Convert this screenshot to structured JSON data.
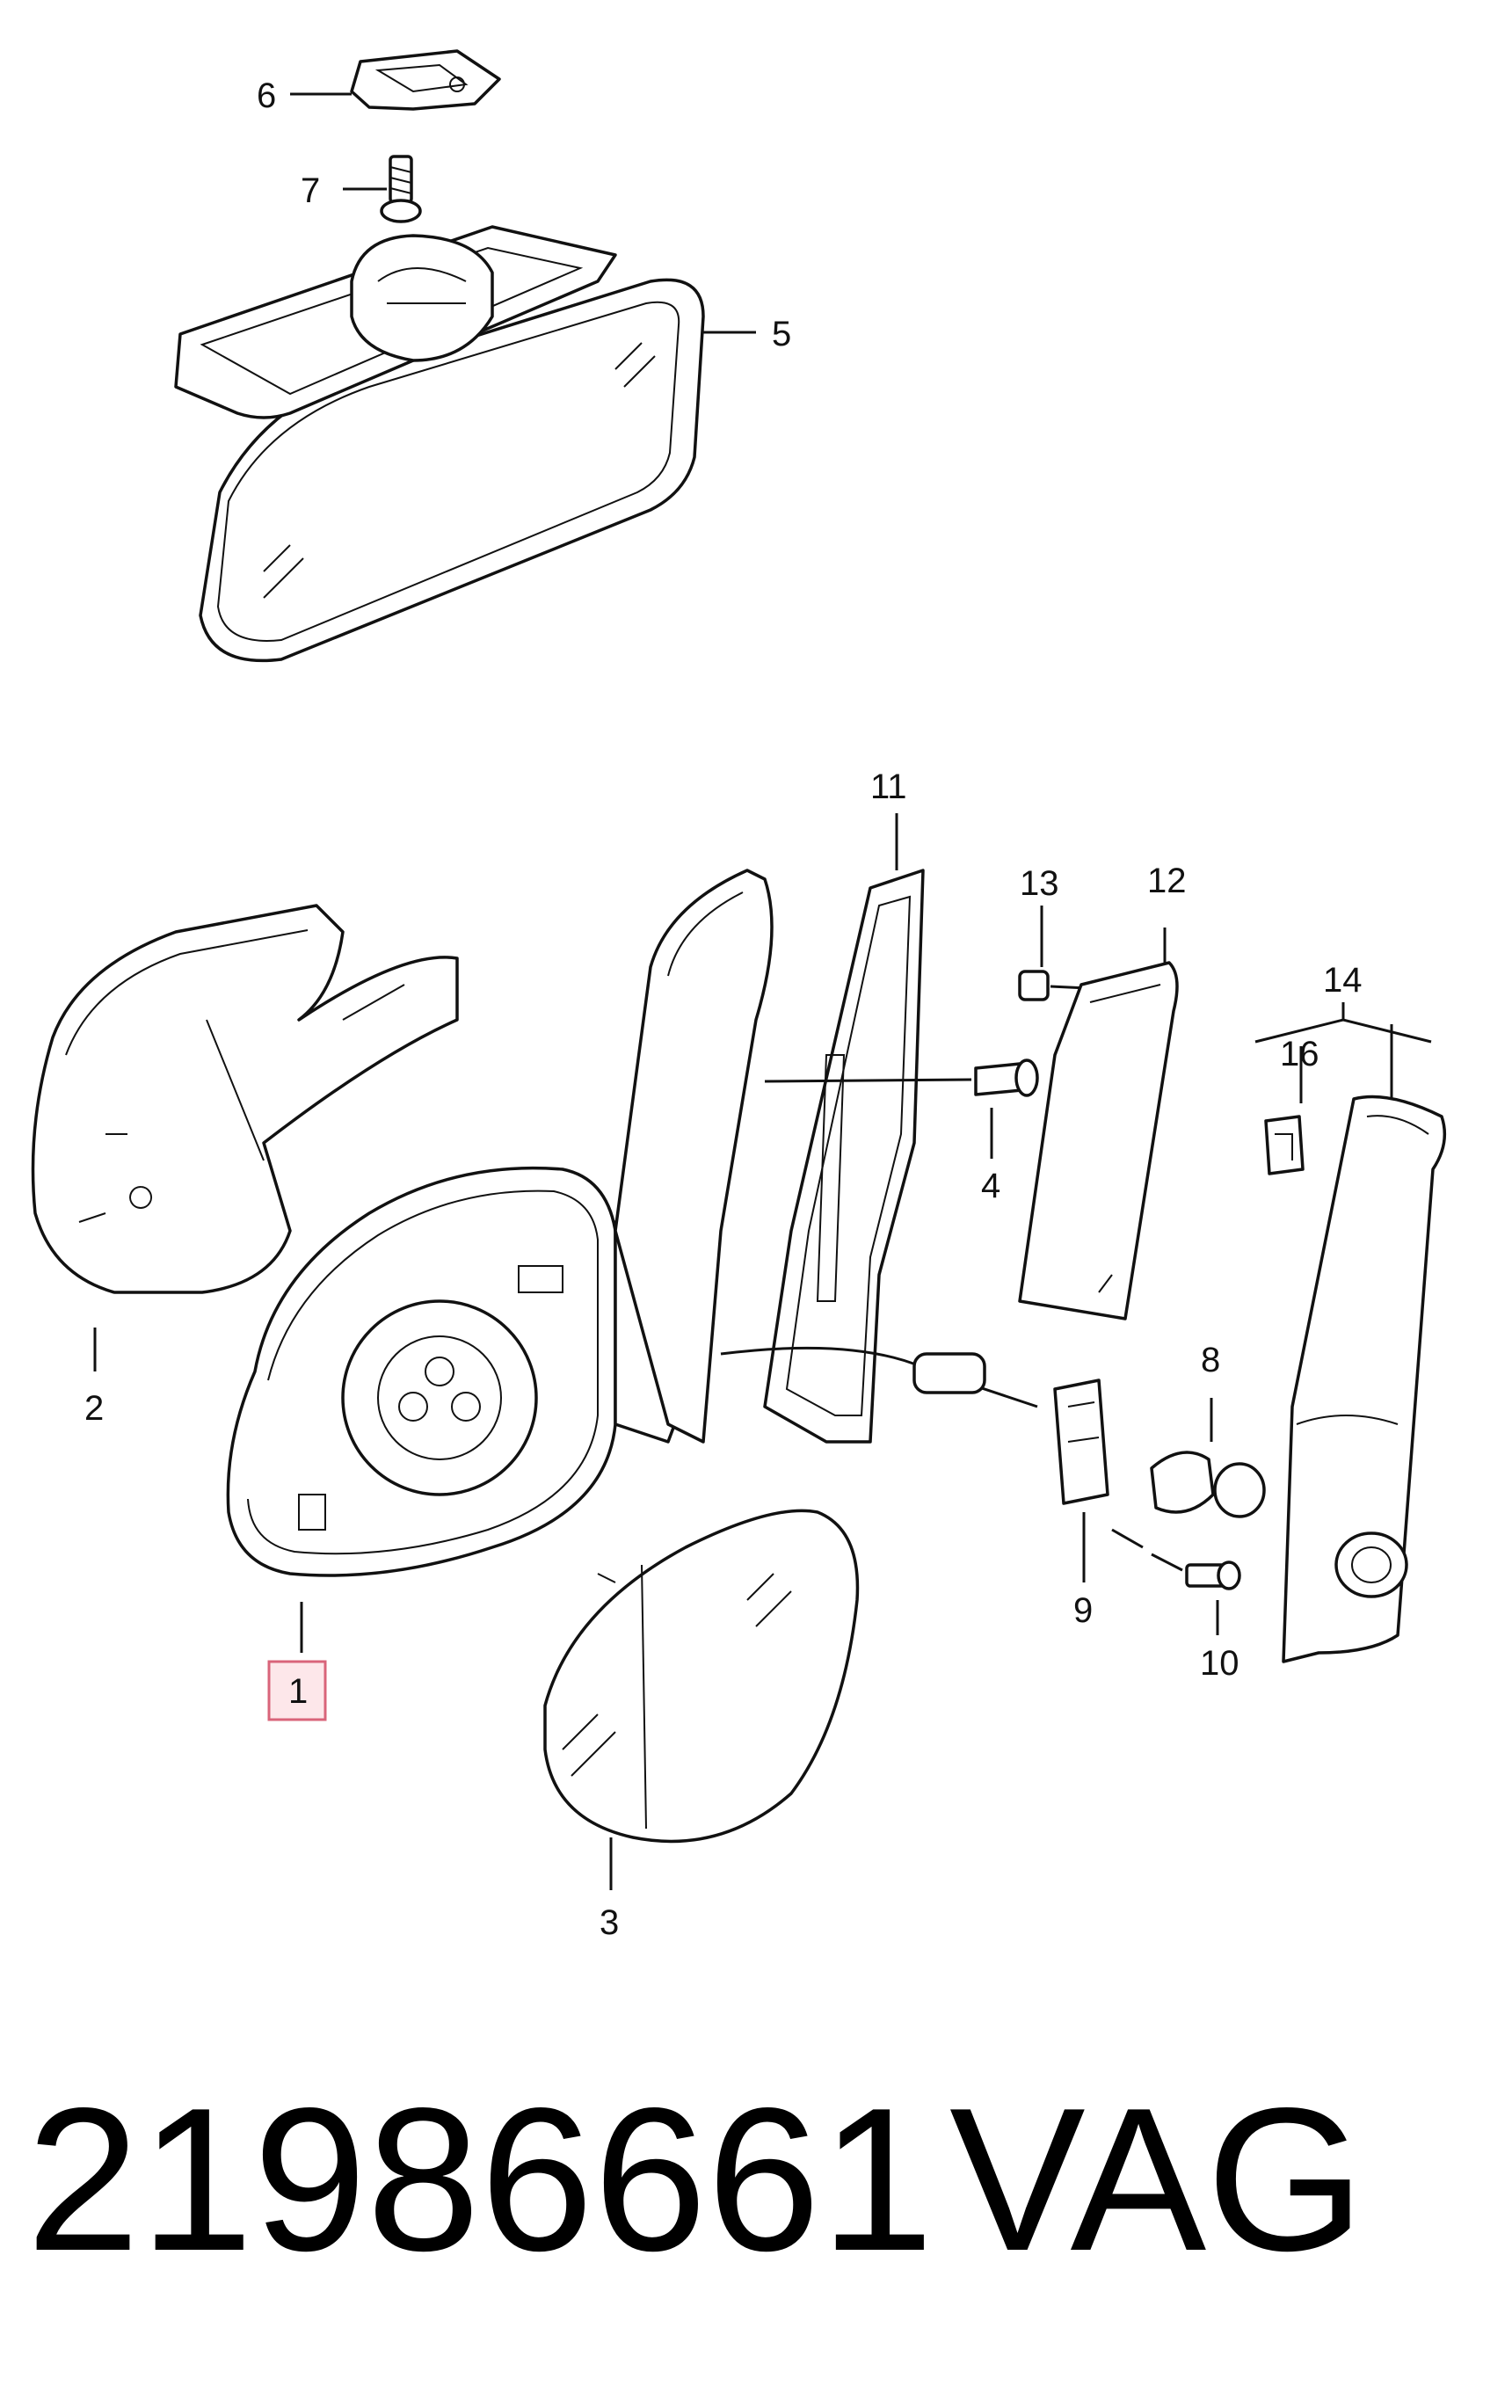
{
  "callouts": [
    {
      "id": "1",
      "label": "1",
      "highlighted": true
    },
    {
      "id": "2",
      "label": "2"
    },
    {
      "id": "3",
      "label": "3"
    },
    {
      "id": "4",
      "label": "4"
    },
    {
      "id": "5",
      "label": "5"
    },
    {
      "id": "6",
      "label": "6"
    },
    {
      "id": "7",
      "label": "7"
    },
    {
      "id": "8",
      "label": "8"
    },
    {
      "id": "9",
      "label": "9"
    },
    {
      "id": "10",
      "label": "10"
    },
    {
      "id": "11",
      "label": "11"
    },
    {
      "id": "12",
      "label": "12"
    },
    {
      "id": "13",
      "label": "13"
    },
    {
      "id": "14",
      "label": "14"
    },
    {
      "id": "16",
      "label": "16"
    }
  ],
  "footer": {
    "part_number": "21986661",
    "brand": "VAG"
  },
  "colors": {
    "line": "#111111",
    "highlight_fill": "#fde7ea",
    "highlight_border": "#d9647a"
  }
}
